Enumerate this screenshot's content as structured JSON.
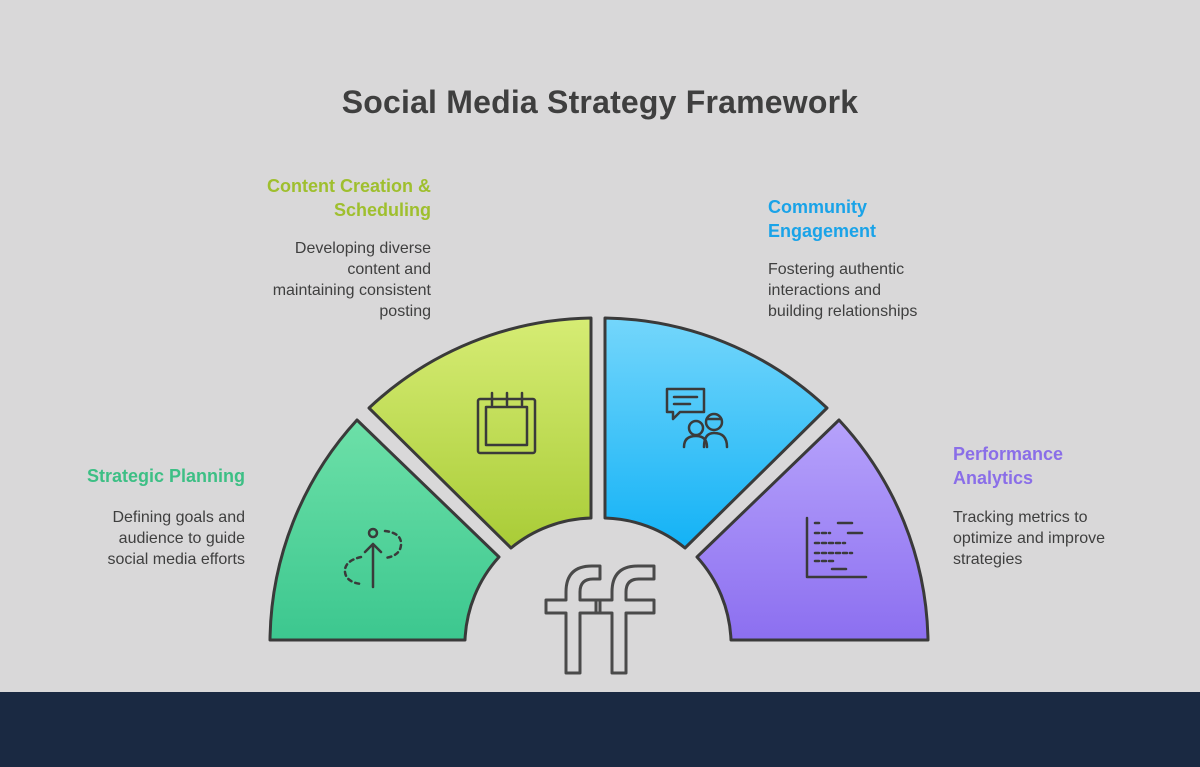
{
  "title": "Social Media Strategy Framework",
  "segments": [
    {
      "label": "Strategic Planning",
      "description": "Defining goals and audience to guide social media efforts",
      "description_lines": [
        "Defining goals and",
        "audience to guide",
        "social media efforts"
      ],
      "color": "#3dbf85",
      "fill_top": "#6de0a8",
      "fill_bottom": "#3cc78f",
      "icon": "goal-arrow-icon"
    },
    {
      "label": "Content Creation & Scheduling",
      "label_lines": [
        "Content Creation &",
        "Scheduling"
      ],
      "description": "Developing diverse content and maintaining consistent posting",
      "description_lines": [
        "Developing diverse",
        "content and",
        "maintaining consistent",
        "posting"
      ],
      "color": "#9fbf2e",
      "fill_top": "#d6ec74",
      "fill_bottom": "#a9cc37",
      "icon": "calendar-icon"
    },
    {
      "label": "Community Engagement",
      "label_lines": [
        "Community",
        "Engagement"
      ],
      "description": "Fostering authentic interactions and building relationships",
      "description_lines": [
        "Fostering authentic",
        "interactions and",
        "building relationships"
      ],
      "color": "#1aa3e8",
      "fill_top": "#74d6fb",
      "fill_bottom": "#13b2f6",
      "icon": "people-chat-icon"
    },
    {
      "label": "Performance Analytics",
      "label_lines": [
        "Performance",
        "Analytics"
      ],
      "description": "Tracking metrics to optimize and improve strategies",
      "description_lines": [
        "Tracking metrics to",
        "optimize and improve",
        "strategies"
      ],
      "color": "#8a6ee8",
      "fill_top": "#b6a2fb",
      "fill_bottom": "#8c6ff0",
      "icon": "bar-chart-icon"
    }
  ],
  "center_logo": "ff-logo-icon",
  "footer_color": "#1a2942"
}
